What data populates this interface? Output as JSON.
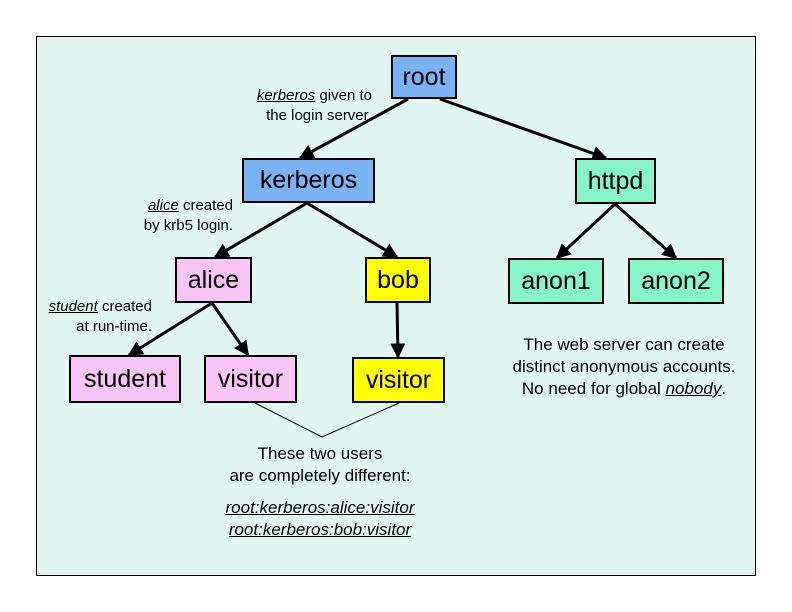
{
  "colors": {
    "panel_bg": "#e2f6f1",
    "blue": "#79b3f3",
    "green": "#86f6c9",
    "pink": "#f9c5f6",
    "yellow": "#ffff00"
  },
  "nodes": {
    "root": "root",
    "kerberos": "kerberos",
    "httpd": "httpd",
    "alice": "alice",
    "bob": "bob",
    "anon1": "anon1",
    "anon2": "anon2",
    "student": "student",
    "visitor_alice": "visitor",
    "visitor_bob": "visitor"
  },
  "notes": {
    "kerberos_note": {
      "em": "kerberos",
      "line1_rest": " given to",
      "line2": "the login server."
    },
    "alice_note": {
      "em": "alice",
      "line1_rest": " created",
      "line2": "by krb5 login."
    },
    "student_note": {
      "em": "student",
      "line1_rest": " created",
      "line2": "at run-time."
    },
    "web_note": {
      "line1": "The web server can create",
      "line2": "distinct anonymous accounts.",
      "line3_start": "No need for global ",
      "line3_em": "nobody",
      "line3_end": "."
    },
    "visitor_note": {
      "line1": "These two users",
      "line2": "are completely different:",
      "path1": "root:kerberos:alice:visitor",
      "path2": "root:kerberos:bob:visitor"
    }
  }
}
